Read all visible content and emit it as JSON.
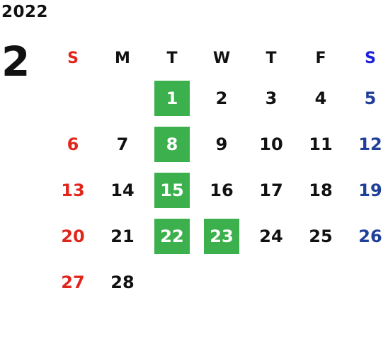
{
  "calendar": {
    "year": "2022",
    "month": "2",
    "weekdays": [
      "S",
      "M",
      "T",
      "W",
      "T",
      "F",
      "S"
    ],
    "weeks": [
      [
        {
          "day": "",
          "highlight": false
        },
        {
          "day": "",
          "highlight": false
        },
        {
          "day": "1",
          "highlight": true
        },
        {
          "day": "2",
          "highlight": false
        },
        {
          "day": "3",
          "highlight": false
        },
        {
          "day": "4",
          "highlight": false
        },
        {
          "day": "5",
          "highlight": false
        }
      ],
      [
        {
          "day": "6",
          "highlight": false
        },
        {
          "day": "7",
          "highlight": false
        },
        {
          "day": "8",
          "highlight": true
        },
        {
          "day": "9",
          "highlight": false
        },
        {
          "day": "10",
          "highlight": false
        },
        {
          "day": "11",
          "highlight": false
        },
        {
          "day": "12",
          "highlight": false
        }
      ],
      [
        {
          "day": "13",
          "highlight": false
        },
        {
          "day": "14",
          "highlight": false
        },
        {
          "day": "15",
          "highlight": true
        },
        {
          "day": "16",
          "highlight": false
        },
        {
          "day": "17",
          "highlight": false
        },
        {
          "day": "18",
          "highlight": false
        },
        {
          "day": "19",
          "highlight": false
        }
      ],
      [
        {
          "day": "20",
          "highlight": false
        },
        {
          "day": "21",
          "highlight": false
        },
        {
          "day": "22",
          "highlight": true
        },
        {
          "day": "23",
          "highlight": true
        },
        {
          "day": "24",
          "highlight": false
        },
        {
          "day": "25",
          "highlight": false
        },
        {
          "day": "26",
          "highlight": false
        }
      ],
      [
        {
          "day": "27",
          "highlight": false
        },
        {
          "day": "28",
          "highlight": false
        },
        {
          "day": "",
          "highlight": false
        },
        {
          "day": "",
          "highlight": false
        },
        {
          "day": "",
          "highlight": false
        },
        {
          "day": "",
          "highlight": false
        },
        {
          "day": "",
          "highlight": false
        }
      ]
    ]
  },
  "colors": {
    "sunday": "#e0261c",
    "saturday": "#1f3f99",
    "saturday_header": "#1a22d9",
    "highlight_bg": "#3cb04c",
    "highlight_text": "#ffffff",
    "text": "#111111"
  }
}
